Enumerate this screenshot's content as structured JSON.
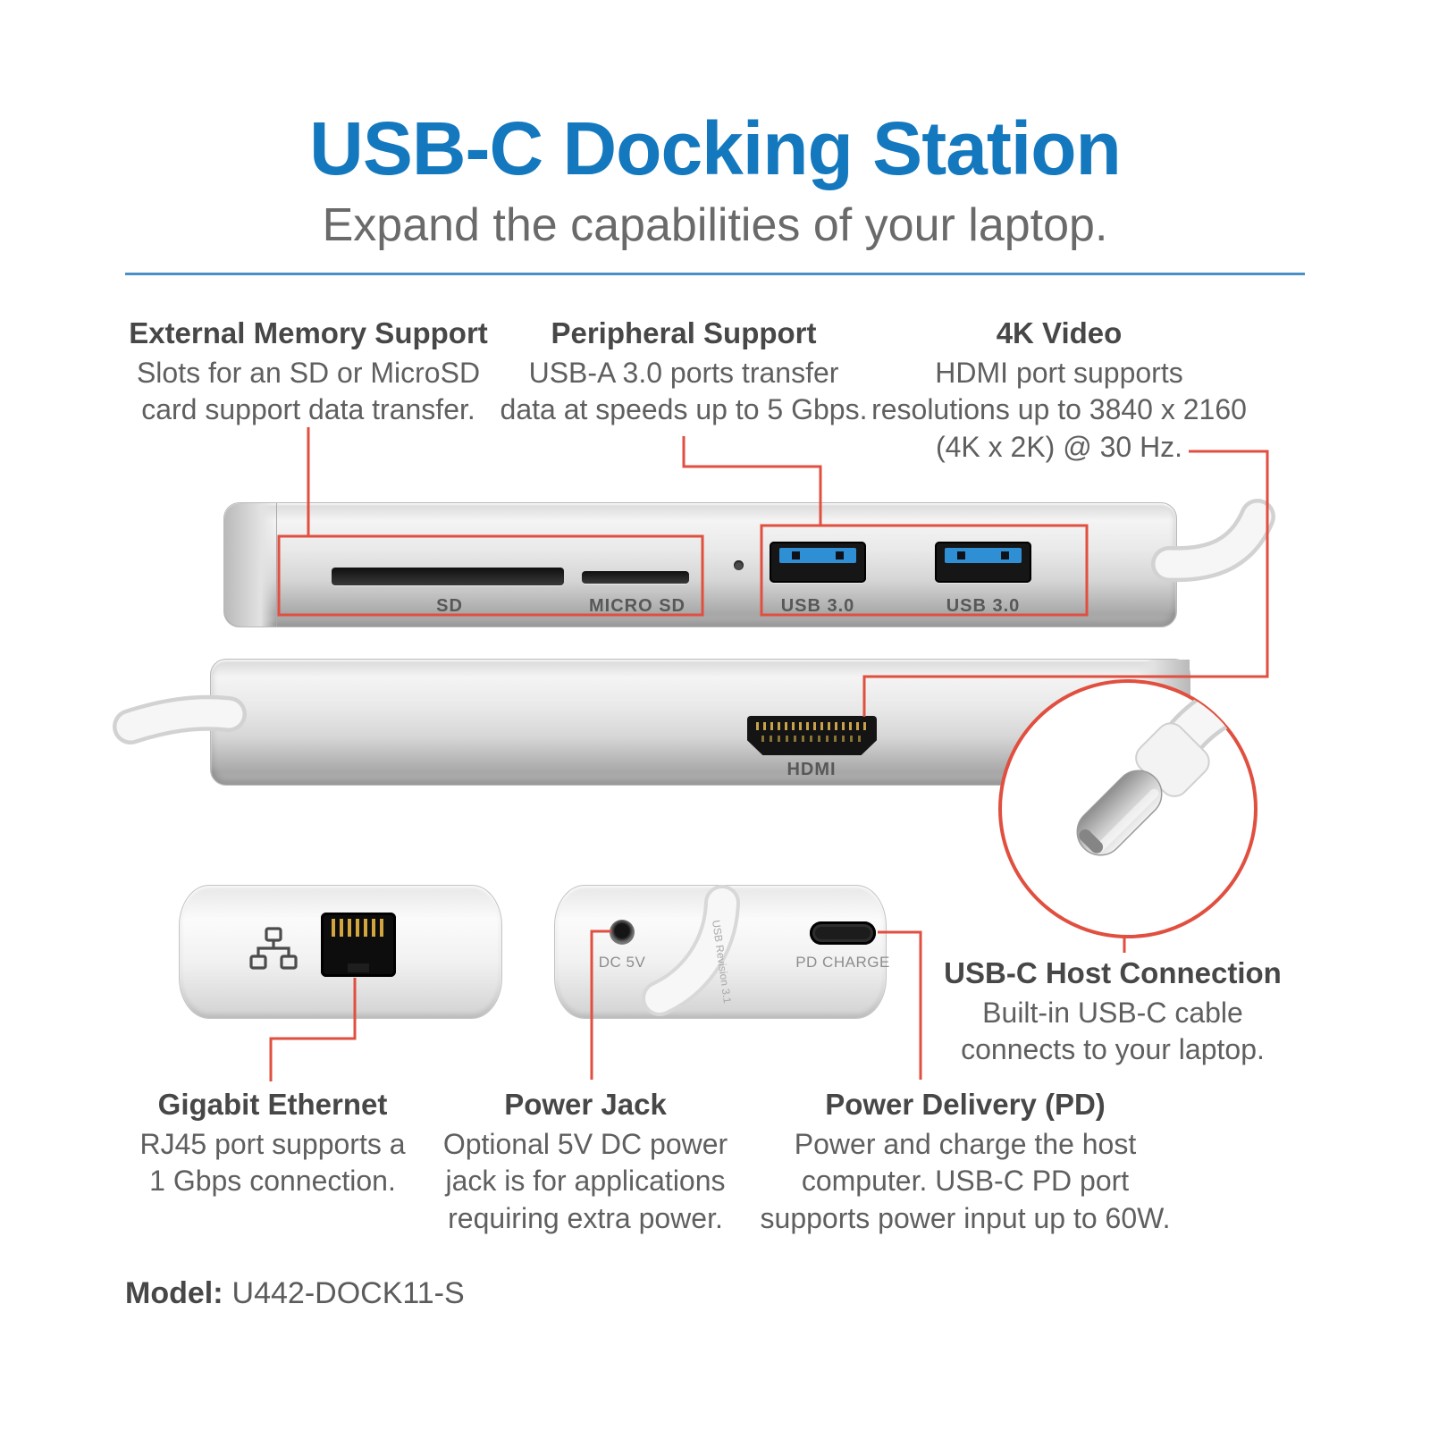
{
  "page": {
    "title": "USB-C Docking Station",
    "subtitle": "Expand the capabilities of your laptop.",
    "model_label": "Model:",
    "model_value": "U442-DOCK11-S"
  },
  "callouts": {
    "external_memory": {
      "heading": "External Memory Support",
      "body": "Slots for an SD or MicroSD\ncard support data transfer."
    },
    "peripheral": {
      "heading": "Peripheral Support",
      "body": "USB-A 3.0 ports transfer\ndata at speeds up to 5 Gbps."
    },
    "video4k": {
      "heading": "4K Video",
      "body": "HDMI port supports\nresolutions up to 3840 x 2160\n(4K x 2K) @ 30 Hz."
    },
    "usbc_host": {
      "heading": "USB-C Host Connection",
      "body": "Built-in USB-C cable\nconnects to your laptop."
    },
    "ethernet": {
      "heading": "Gigabit Ethernet",
      "body": "RJ45 port supports a\n1 Gbps connection."
    },
    "power_jack": {
      "heading": "Power Jack",
      "body": "Optional 5V DC power\njack is for applications\nrequiring extra power."
    },
    "power_delivery": {
      "heading": "Power Delivery (PD)",
      "body": "Power and charge the host\ncomputer. USB-C PD port\nsupports power input up to 60W."
    }
  },
  "device": {
    "port_labels": {
      "sd": "SD",
      "micro_sd": "MICRO SD",
      "usb": "USB 3.0",
      "hdmi": "HDMI",
      "dc": "DC 5V",
      "pd": "PD CHARGE"
    },
    "cable_print": "USB Revision 3.1"
  },
  "colors": {
    "title_blue": "#1478be",
    "callout_red": "#e04f3f",
    "usb_port_blue": "#2f8fd4"
  }
}
